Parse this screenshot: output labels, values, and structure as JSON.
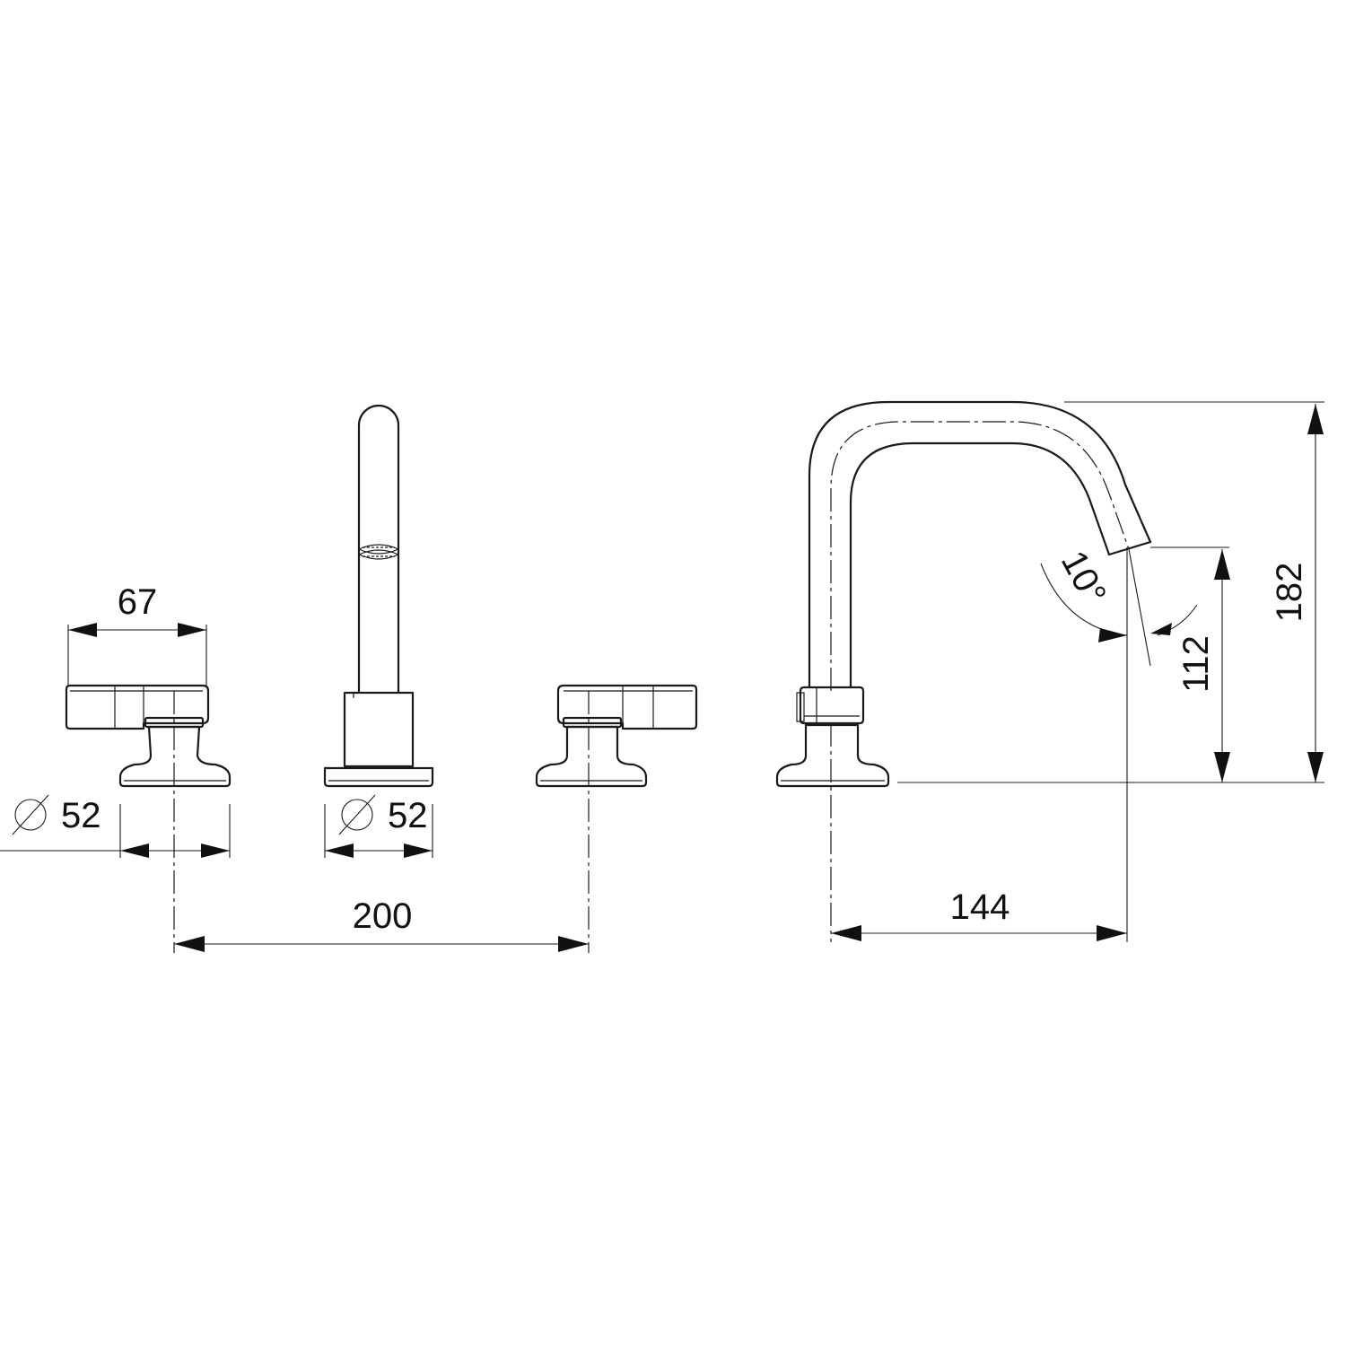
{
  "dimensions": {
    "handle_width": "67",
    "base_diameter_left": "52",
    "base_diameter_spout": "52",
    "diameter_symbol": "∅",
    "handle_spacing": "200",
    "spout_reach": "144",
    "spout_angle": "10°",
    "outlet_height": "112",
    "total_height": "182"
  }
}
